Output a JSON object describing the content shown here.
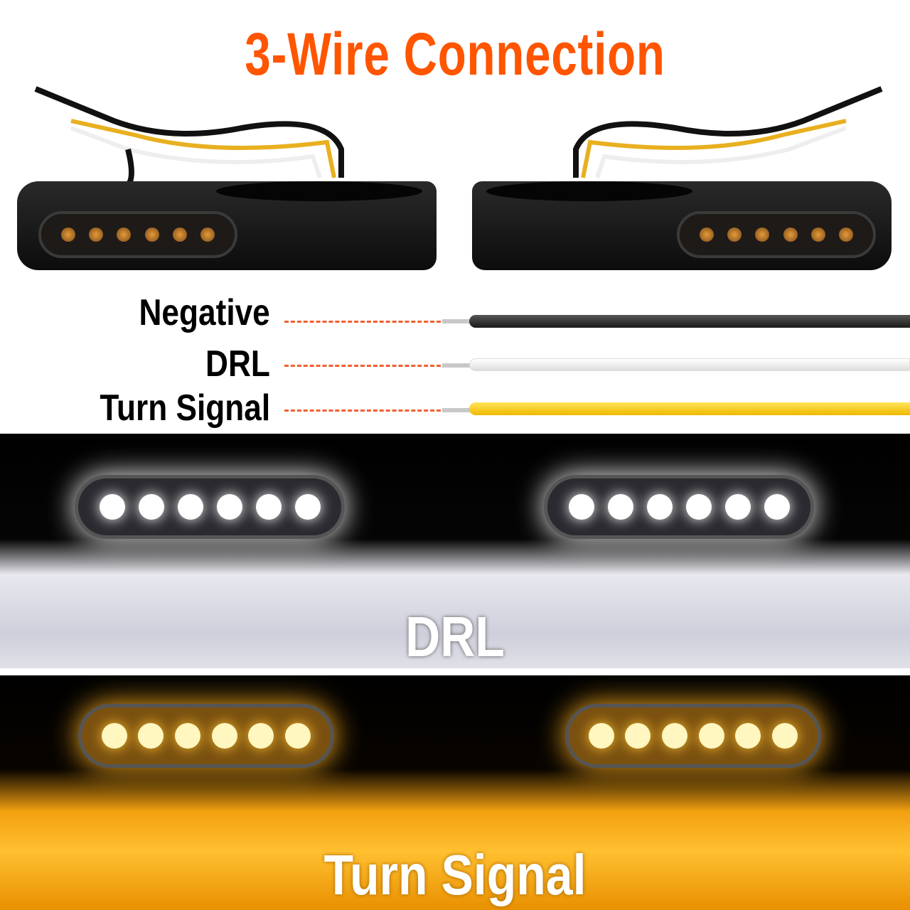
{
  "title": "3-Wire Connection",
  "wires": [
    {
      "label": "Negative",
      "color": "#2a2a2a"
    },
    {
      "label": "DRL",
      "color": "#f4f4f4"
    },
    {
      "label": "Turn Signal",
      "color": "#ffd21a"
    }
  ],
  "panels": {
    "drl": "DRL",
    "turn": "Turn Signal"
  },
  "colors": {
    "accent": "#ff5500",
    "dash": "#f06030",
    "amber": "#ffb020"
  }
}
